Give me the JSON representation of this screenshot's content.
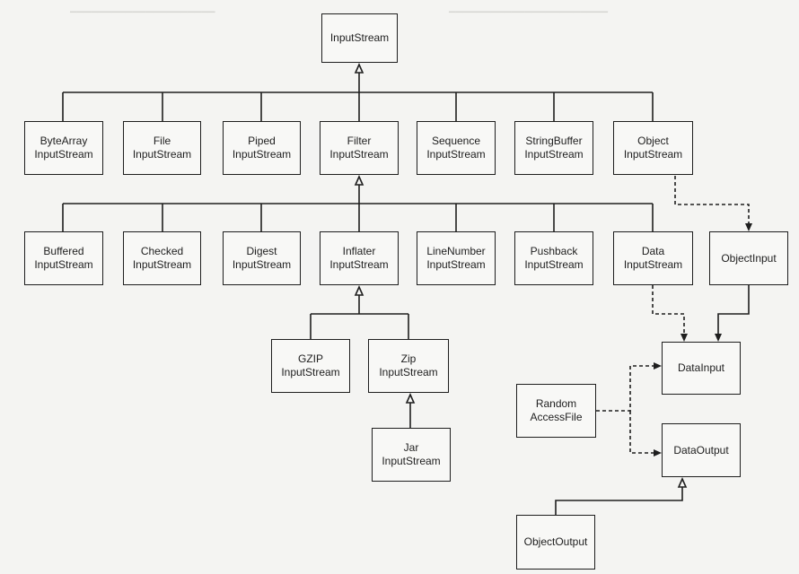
{
  "nodes": {
    "inputstream": [
      "InputStream"
    ],
    "bytearray": [
      "ByteArray",
      "InputStream"
    ],
    "file": [
      "File",
      "InputStream"
    ],
    "piped": [
      "Piped",
      "InputStream"
    ],
    "filter": [
      "Filter",
      "InputStream"
    ],
    "sequence": [
      "Sequence",
      "InputStream"
    ],
    "stringbuffer": [
      "StringBuffer",
      "InputStream"
    ],
    "object": [
      "Object",
      "InputStream"
    ],
    "buffered": [
      "Buffered",
      "InputStream"
    ],
    "checked": [
      "Checked",
      "InputStream"
    ],
    "digest": [
      "Digest",
      "InputStream"
    ],
    "inflater": [
      "Inflater",
      "InputStream"
    ],
    "linenumber": [
      "LineNumber",
      "InputStream"
    ],
    "pushback": [
      "Pushback",
      "InputStream"
    ],
    "data": [
      "Data",
      "InputStream"
    ],
    "objectinput": [
      "ObjectInput"
    ],
    "gzip": [
      "GZIP",
      "InputStream"
    ],
    "zip": [
      "Zip",
      "InputStream"
    ],
    "jar": [
      "Jar",
      "InputStream"
    ],
    "datainput": [
      "DataInput"
    ],
    "randomaccess": [
      "Random",
      "AccessFile"
    ],
    "dataoutput": [
      "DataOutput"
    ],
    "objectoutput": [
      "ObjectOutput"
    ]
  },
  "relations": {
    "extends": [
      {
        "child": "bytearray",
        "parent": "inputstream"
      },
      {
        "child": "file",
        "parent": "inputstream"
      },
      {
        "child": "piped",
        "parent": "inputstream"
      },
      {
        "child": "filter",
        "parent": "inputstream"
      },
      {
        "child": "sequence",
        "parent": "inputstream"
      },
      {
        "child": "stringbuffer",
        "parent": "inputstream"
      },
      {
        "child": "object",
        "parent": "inputstream"
      },
      {
        "child": "buffered",
        "parent": "filter"
      },
      {
        "child": "checked",
        "parent": "filter"
      },
      {
        "child": "digest",
        "parent": "filter"
      },
      {
        "child": "inflater",
        "parent": "filter"
      },
      {
        "child": "linenumber",
        "parent": "filter"
      },
      {
        "child": "pushback",
        "parent": "filter"
      },
      {
        "child": "data",
        "parent": "filter"
      },
      {
        "child": "gzip",
        "parent": "inflater"
      },
      {
        "child": "zip",
        "parent": "inflater"
      },
      {
        "child": "jar",
        "parent": "zip"
      },
      {
        "child": "objectinput",
        "parent": "datainput"
      },
      {
        "child": "objectoutput",
        "parent": "dataoutput"
      }
    ],
    "implements": [
      {
        "child": "object",
        "parent": "objectinput"
      },
      {
        "child": "data",
        "parent": "datainput"
      },
      {
        "child": "randomaccess",
        "parent": "datainput"
      },
      {
        "child": "randomaccess",
        "parent": "dataoutput"
      }
    ]
  },
  "colors": {
    "line": "#1e1e1e",
    "background": "#f4f4f2"
  }
}
